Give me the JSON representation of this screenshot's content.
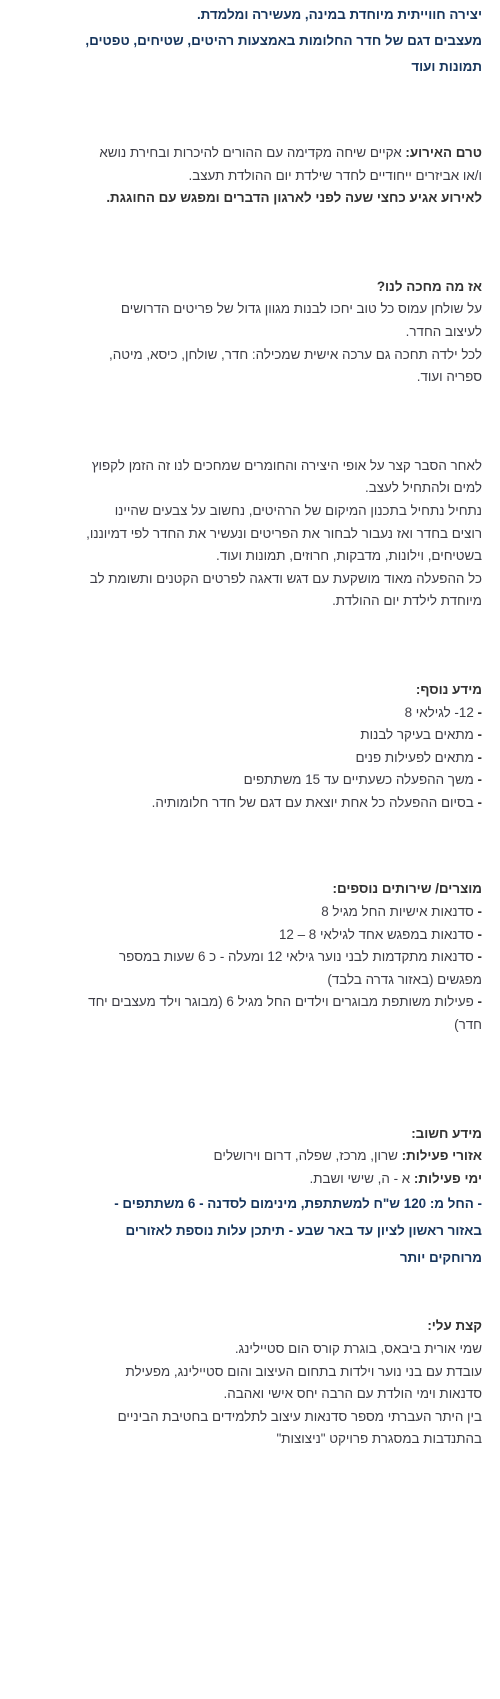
{
  "intro": {
    "lines": [
      "יצירה חווייתית מיוחדת במינה, מעשירה ומלמדת.",
      "מעצבים דגם של חדר החלומות באמצעות רהיטים, שטיחים, טפטים,",
      "תמונות ועוד"
    ]
  },
  "before_event": {
    "label": "טרם האירוע:",
    "text_1": " אקיים שיחה מקדימה עם ההורים להיכרות ובחירת נושא",
    "line_2": "ו/או אביזרים ייחודיים לחדר שילדת יום ההולדת תעצב.",
    "line_3": "לאירוע אגיע כחצי שעה לפני לארגון הדברים ומפגש עם החוגגת."
  },
  "what_awaits": {
    "heading": "אז מה מחכה לנו?",
    "lines": [
      "על שולחן עמוס כל טוב יחכו לבנות מגוון גדול של פריטים הדרושים",
      "לעיצוב החדר.",
      "לכל ילדה תחכה גם ערכה אישית שמכילה: חדר, שולחן, כיסא, מיטה,",
      "ספריה ועוד."
    ]
  },
  "process": {
    "lines": [
      "לאחר הסבר קצר על אופי היצירה והחומרים שמחכים לנו זה הזמן לקפוץ",
      "למים ולהתחיל לעצב.",
      "נתחיל נתחיל בתכנון המיקום של הרהיטים, נחשוב על צבעים שהיינו",
      "רוצים בחדר ואז נעבור לבחור את הפריטים ונעשיר את החדר לפי דמיוננו,",
      "בשטיחים, וילונות, מדבקות, חרוזים, תמונות ועוד.",
      "כל ההפעלה מאוד מושקעת עם דגש ודאגה לפרטים הקטנים ותשומת לב",
      "מיוחדת  לילדת יום ההולדת."
    ]
  },
  "more_info": {
    "heading": "מידע נוסף:",
    "items": [
      "12- לגילאי 8",
      "מתאים בעיקר לבנות",
      "מתאים לפעילות פנים",
      "משך ההפעלה כשעתיים עד 15 משתתפים",
      "בסיום ההפעלה כל אחת יוצאת עם דגם של חדר חלומותיה."
    ]
  },
  "products": {
    "heading": "מוצרים/ שירותים נוספים:",
    "items": [
      {
        "lines": [
          "סדנאות אישיות החל מגיל 8"
        ]
      },
      {
        "lines": [
          "סדנאות במפגש אחד לגילאי 8 – 12"
        ]
      },
      {
        "lines": [
          "סדנאות מתקדמות לבני נוער גילאי 12 ומעלה -  כ 6 שעות במספר",
          "מפגשים (באזור גדרה בלבד)"
        ]
      },
      {
        "lines": [
          "פעילות משותפת מבוגרים וילדים החל מגיל 6 (מבוגר וילד מעצבים יחד",
          "חדר)"
        ]
      }
    ]
  },
  "important": {
    "heading": "מידע חשוב:",
    "areas_label": "אזורי פעילות:",
    "areas_value": " שרון, מרכז, שפלה, דרום וירושלים",
    "days_label": "ימי פעילות:",
    "days_value": "  א - ה, שישי ושבת.",
    "price_lines": [
      "- החל מ: 120 ש\"ח למשתתפת, מינימום לסדנה - 6 משתתפים -",
      "באזור ראשון לציון עד באר שבע - תיתכן עלות נוספת לאזורים",
      "מרוחקים יותר"
    ]
  },
  "about": {
    "heading": "קצת עלי:",
    "lines": [
      "שמי אורית ביבאס, בוגרת קורס הום סטיילינג.",
      "עובדת עם בני נוער וילדות בתחום העיצוב והום סטיילינג, מפעילת",
      "סדנאות וימי הולדת עם הרבה יחס אישי ואהבה.",
      "בין היתר העברתי מספר סדנאות עיצוב לתלמידים בחטיבת הביניים",
      "בהתנדבות במסגרת פרויקט \"ניצוצות\""
    ]
  }
}
